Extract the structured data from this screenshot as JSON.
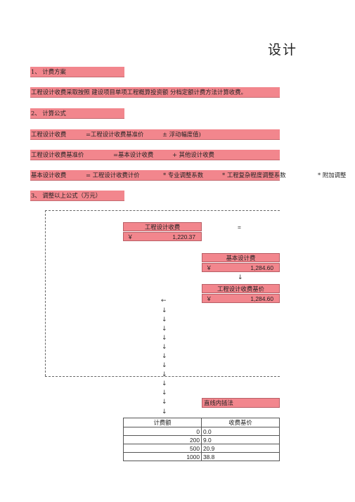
{
  "title": "设计",
  "sections": {
    "s1": "1、  计费方案",
    "s1_text": "工程设计收费采取按照  建设项目单项工程概算投资额  分档定额计费方法计算收费。",
    "s2": "2、  计算公式",
    "formula1": {
      "lhs": "工程设计收费",
      "rhs": "=工程设计收费基准价",
      "tail": "± 浮动幅度值)"
    },
    "formula2": {
      "lhs": "工程设计收费基准价",
      "rhs": "=基本设计收费",
      "tail": "+ 其他设计收费"
    },
    "formula3": {
      "lhs": "基本设计收费",
      "rhs": "= 工程设计收费计价",
      "p1": "* 专业调整系数",
      "p2": "* 工程复杂程度调整系数",
      "p3": "* 附加调整"
    },
    "s3": "3、  调整以上公式（万元）"
  },
  "calc": {
    "design_fee_label": "工程设计收费",
    "design_fee_currency": "￥",
    "design_fee_value": "1,220.37",
    "equals": "=",
    "basic_fee_label": "基本设计费",
    "basic_fee_currency": "￥",
    "basic_fee_value": "1,284.60",
    "base_price_label": "工程设计收费基价",
    "base_price_currency": "￥",
    "base_price_value": "1,284.60",
    "interp_label": "直线内插法",
    "arrow_down": "↓",
    "arrow_left": "←"
  },
  "table": {
    "headers": [
      "计费额",
      "收费基价"
    ],
    "rows": [
      [
        "0",
        "0.0"
      ],
      [
        "200",
        "9.0"
      ],
      [
        "500",
        "20.9"
      ],
      [
        "1000",
        "38.8"
      ]
    ]
  },
  "colors": {
    "highlight": "#f2868d"
  }
}
